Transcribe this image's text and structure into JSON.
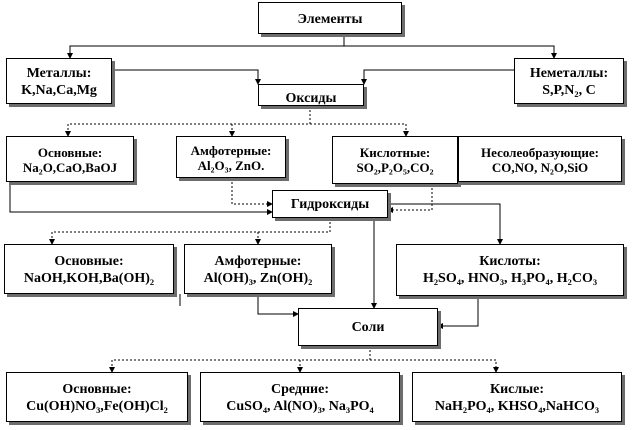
{
  "nodes": {
    "elements": {
      "l1": "Элементы"
    },
    "metals": {
      "l1": "Металлы:",
      "l2": "K,Na,Ca,Mg"
    },
    "nonmetals": {
      "l1": "Неметаллы:",
      "l2": "S,P,N₂, C"
    },
    "oxides": {
      "l1": "Оксиды"
    },
    "ox_basic": {
      "l1": "Основные:",
      "l2": "Na₂O,CaO,BaOJ"
    },
    "ox_amph": {
      "l1": "Амфотерные:",
      "l2": "Al₂O₃, ZnO."
    },
    "ox_acid": {
      "l1": "Кислотные:",
      "l2": "SO₂,P₂O₅,CO₂"
    },
    "ox_nonsalt": {
      "l1": "Несолеобразующие:",
      "l2": "CO,NO, N₂O,SiO"
    },
    "hydroxides": {
      "l1": "Гидроксиды"
    },
    "hyd_basic": {
      "l1": "Основные:",
      "l2": "NaOH,KOH,Ba(OH)₂"
    },
    "hyd_amph": {
      "l1": "Амфотерные:",
      "l2": "Al(OH)₃, Zn(OH)₂"
    },
    "acids": {
      "l1": "Кислоты:",
      "l2": "H₂SO₄, HNO₃, H₃PO₄, H₂CO₃"
    },
    "salts": {
      "l1": "Соли"
    },
    "salt_basic": {
      "l1": "Основные:",
      "l2": "Cu(OH)NO₃,Fe(OH)Cl₂"
    },
    "salt_mid": {
      "l1": "Средние:",
      "l2": "CuSO₄, Al(NO)₃, Na₃PO₄"
    },
    "salt_acid": {
      "l1": "Кислые:",
      "l2": "NaH₂PO₄, KHSO₄,NaHCO₃"
    }
  }
}
